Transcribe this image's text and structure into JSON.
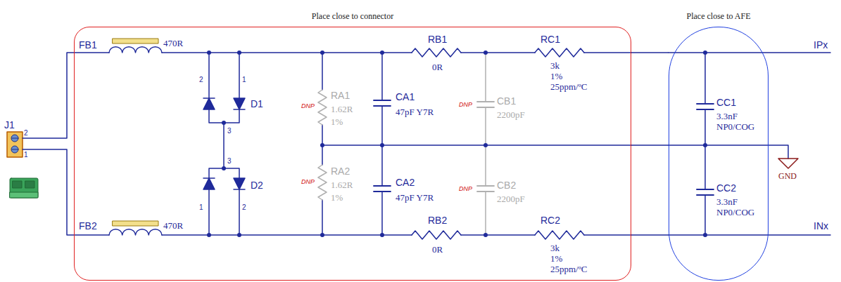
{
  "diagram": {
    "nodes": [
      {
        "text": [
          "Place close to connector"
        ]
      },
      {
        "text": [
          "Place close to AFE"
        ]
      }
    ],
    "edges": [
      {
        "from": 0,
        "to": 1,
        "arrow": "none"
      },
      {
        "from": 0,
        "to": 1,
        "arrow": "none"
      },
      {
        "from": 0,
        "to": 1,
        "arrow": "none"
      }
    ],
    "labels": [
      "J1",
      "2",
      "1",
      "FB1",
      "470R",
      "FB2",
      "470R",
      "2",
      "1",
      "3",
      "D1",
      "3",
      "1",
      "2",
      "D2",
      "RA1",
      "DNP",
      "1.62R",
      "1%",
      "RA2",
      "DNP",
      "1.62R",
      "1%",
      "CA1",
      "47pF Y7R",
      "CA2",
      "47pF Y7R",
      "RB1",
      "0R",
      "RB2",
      "0R",
      "DNP",
      "CB1",
      "2200pF",
      "DNP",
      "CB2",
      "2200pF",
      "RC1",
      "3k",
      "1%",
      "25ppm/ºC",
      "RC2",
      "3k",
      "1%",
      "25ppm/ºC",
      "CC1",
      "3.3nF",
      "NP0/COG",
      "CC2",
      "3.3nF",
      "NP0/COG",
      "GND",
      "IPx",
      "INx"
    ]
  }
}
